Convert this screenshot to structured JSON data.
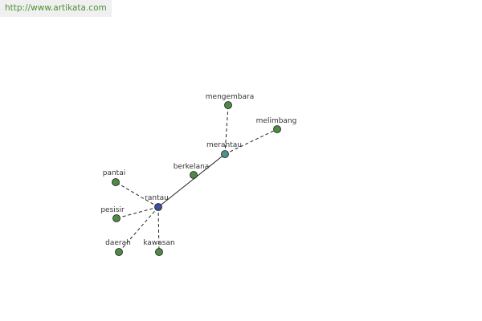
{
  "banner": {
    "url": "http://www.artikata.com"
  },
  "graph": {
    "colors": {
      "edge": "#222222",
      "leaf_fill": "#4f8a44",
      "hub_fill": "#4f8f8f",
      "root_fill": "#3b4f9a",
      "node_stroke": "#1a1a1a",
      "label": "#333333",
      "banner_text": "#4d8f35"
    },
    "nodes": [
      {
        "id": "rantau",
        "label": "rantau",
        "kind": "root"
      },
      {
        "id": "berkelana",
        "label": "berkelana",
        "kind": "leaf"
      },
      {
        "id": "merantau",
        "label": "merantau",
        "kind": "hub"
      },
      {
        "id": "mengembara",
        "label": "mengembara",
        "kind": "leaf"
      },
      {
        "id": "melimbang",
        "label": "melimbang",
        "kind": "leaf"
      },
      {
        "id": "pantai",
        "label": "pantai",
        "kind": "leaf"
      },
      {
        "id": "pesisir",
        "label": "pesisir",
        "kind": "leaf"
      },
      {
        "id": "daerah",
        "label": "daerah",
        "kind": "leaf"
      },
      {
        "id": "kawasan",
        "label": "kawasan",
        "kind": "leaf"
      }
    ],
    "edges": [
      {
        "from": "rantau",
        "to": "merantau",
        "style": "solid"
      },
      {
        "from": "merantau",
        "to": "mengembara",
        "style": "dashed"
      },
      {
        "from": "merantau",
        "to": "melimbang",
        "style": "dashed"
      },
      {
        "from": "rantau",
        "to": "pantai",
        "style": "dashed"
      },
      {
        "from": "rantau",
        "to": "pesisir",
        "style": "dashed"
      },
      {
        "from": "rantau",
        "to": "daerah",
        "style": "dashed"
      },
      {
        "from": "rantau",
        "to": "kawasan",
        "style": "dashed"
      }
    ]
  }
}
